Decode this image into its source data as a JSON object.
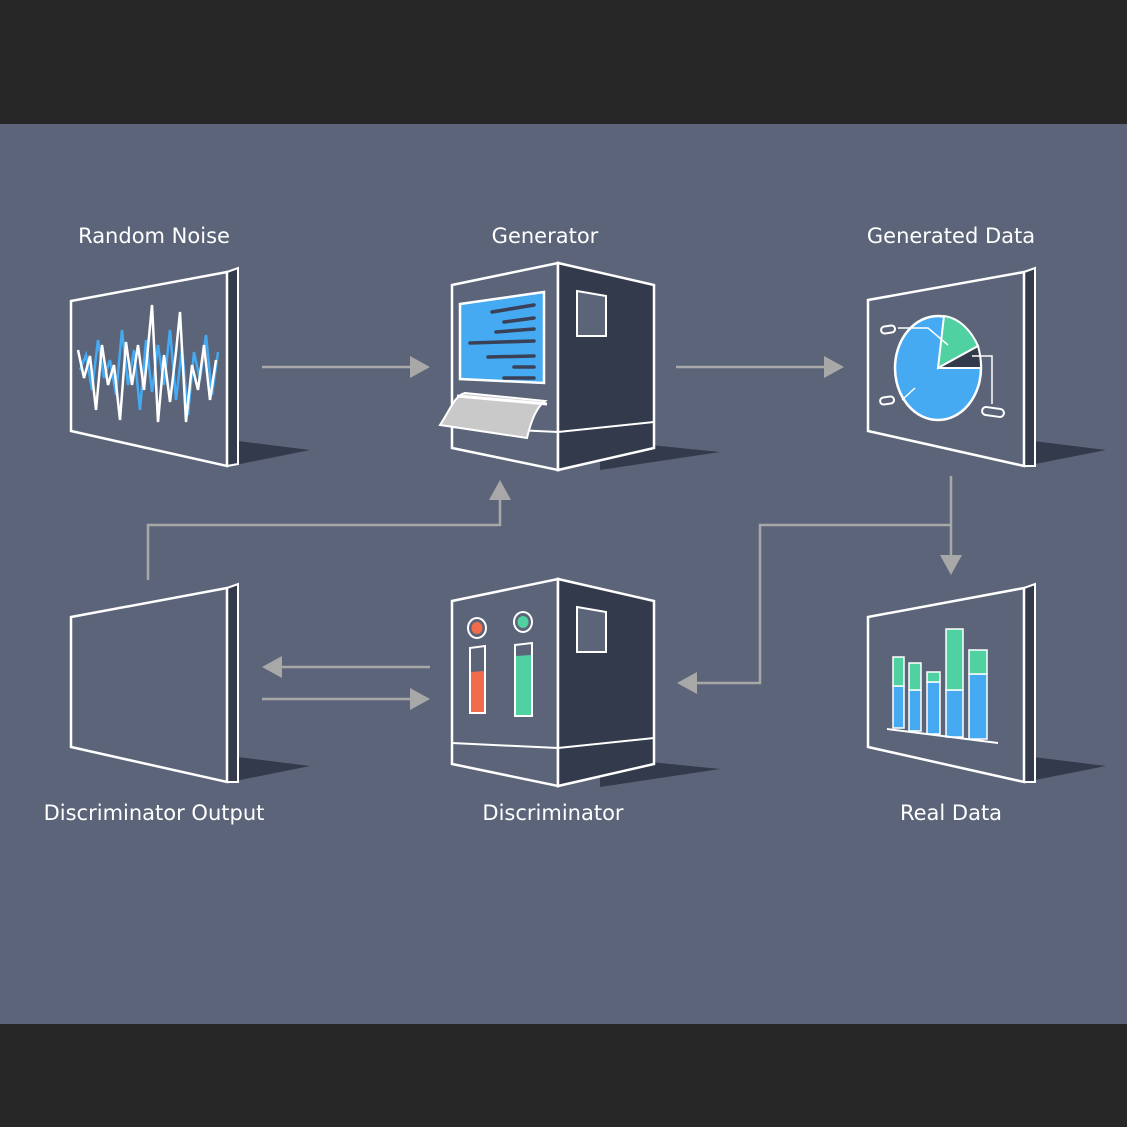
{
  "diagram": {
    "nodes": {
      "random_noise": "Random Noise",
      "generator": "Generator",
      "generated_data": "Generated Data",
      "discriminator_output": "Discriminator Output",
      "discriminator": "Discriminator",
      "real_data": "Real Data"
    },
    "colors": {
      "outer_background": "#272727",
      "panel_background": "#5b6478",
      "dark_face": "#333a4b",
      "outline": "#ffffff",
      "arrow": "#a8a8a8",
      "blue": "#45aaf2",
      "green": "#4fd1a1",
      "orange": "#f26b4a",
      "paper": "#c9c9c9"
    },
    "icons": {
      "noise_screen": "waveform-icon",
      "generator_machine": "computer-terminal-icon",
      "generated_screen": "pie-chart-icon",
      "output_screen": "blank-screen-icon",
      "discriminator_machine": "gauge-machine-icon",
      "real_screen": "stacked-bar-chart-icon"
    }
  }
}
